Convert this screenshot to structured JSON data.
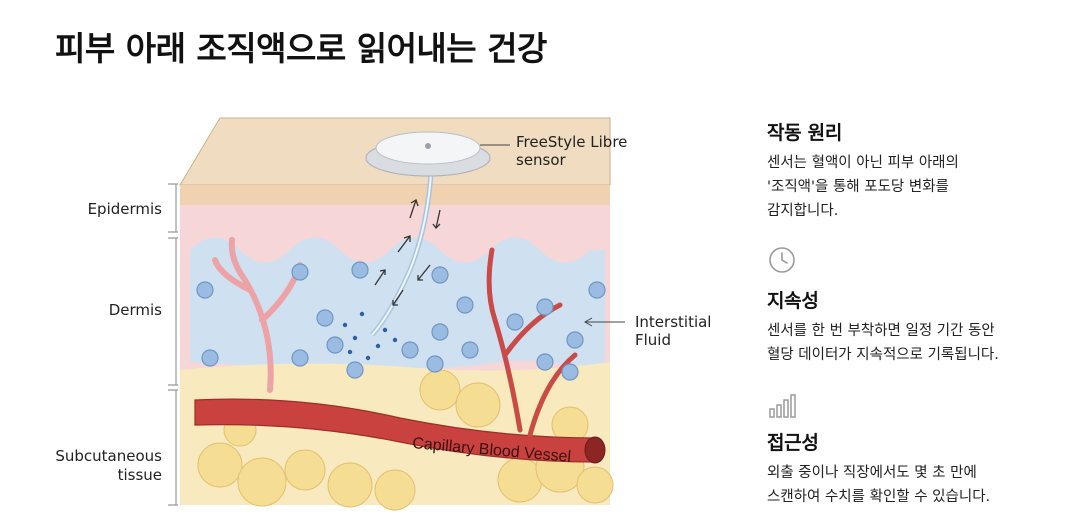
{
  "title": "피부 아래 조직액으로 읽어내는 건강",
  "diagram": {
    "layers": [
      "Epidermis",
      "Dermis",
      "Subcutaneous\ntissue"
    ],
    "sensor_label": "FreeStyle Libre\nsensor",
    "fluid_label": "Interstitial\nFluid",
    "vessel_label": "Capillary Blood Vessel"
  },
  "features": [
    {
      "icon": "none",
      "title": "작동 원리",
      "desc": "센서는 혈액이 아닌 피부 아래의\n'조직액'을 통해 포도당 변화를\n감지합니다."
    },
    {
      "icon": "clock-icon",
      "title": "지속성",
      "desc": "센서를 한 번 부착하면 일정 기간 동안\n혈당 데이터가 지속적으로 기록됩니다."
    },
    {
      "icon": "bar-chart-icon",
      "title": "접근성",
      "desc": "외출 중이나 직장에서도 몇 초 만에\n스캔하여 수치를 확인할 수 있습니다."
    }
  ],
  "colors": {
    "epidermis": "#f3d7b8",
    "dermis": "#f6d4d6",
    "fluid": "#cfe1f2",
    "vessel": "#c9423f",
    "fat": "#f7e3a6"
  }
}
